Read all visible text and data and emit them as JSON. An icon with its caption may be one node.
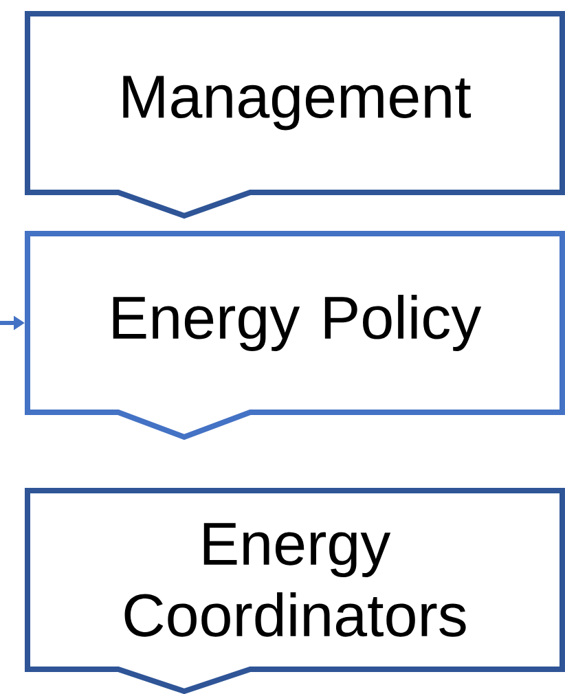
{
  "diagram": {
    "nodes": [
      {
        "text": [
          "Management"
        ]
      },
      {
        "text": [
          "Energy Policy"
        ]
      },
      {
        "text": [
          "Energy Coordinators"
        ]
      }
    ],
    "edges": [
      {
        "from": null,
        "to": 1,
        "arrow": "to"
      }
    ]
  }
}
